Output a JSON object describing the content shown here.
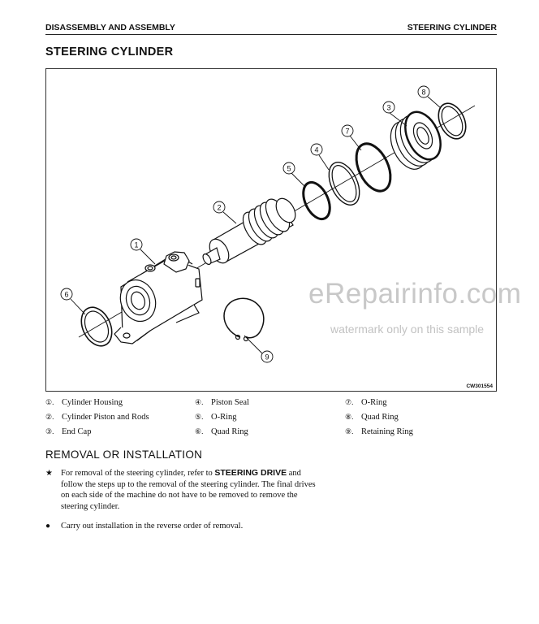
{
  "header": {
    "left": "DISASSEMBLY AND ASSEMBLY",
    "right": "STEERING CYLINDER"
  },
  "title": "STEERING CYLINDER",
  "figure": {
    "code": "CW301554",
    "callouts": [
      "1",
      "2",
      "3",
      "4",
      "5",
      "6",
      "7",
      "8",
      "9"
    ]
  },
  "legend": [
    {
      "num": "①.",
      "label": "Cylinder Housing"
    },
    {
      "num": "②.",
      "label": "Cylinder Piston and Rods"
    },
    {
      "num": "③.",
      "label": "End Cap"
    },
    {
      "num": "④.",
      "label": "Piston Seal"
    },
    {
      "num": "⑤.",
      "label": "O-Ring"
    },
    {
      "num": "⑥.",
      "label": "Quad Ring"
    },
    {
      "num": "⑦.",
      "label": "O-Ring"
    },
    {
      "num": "⑧.",
      "label": "Quad Ring"
    },
    {
      "num": "⑨.",
      "label": "Retaining Ring"
    }
  ],
  "section_title": "REMOVAL OR INSTALLATION",
  "bullets": [
    {
      "marker": "★",
      "parts": [
        "For removal of the steering cylinder, refer to ",
        "STEERING DRIVE",
        " and follow the steps up to the removal of the steering cylinder. The final drives on each side of the machine do not have to be removed to remove the steering cylinder."
      ]
    },
    {
      "marker": "●",
      "parts": [
        "Carry out installation in the reverse order of removal."
      ]
    }
  ],
  "watermark": {
    "main": "eRepairinfo.com",
    "sub": "watermark only on this sample"
  }
}
